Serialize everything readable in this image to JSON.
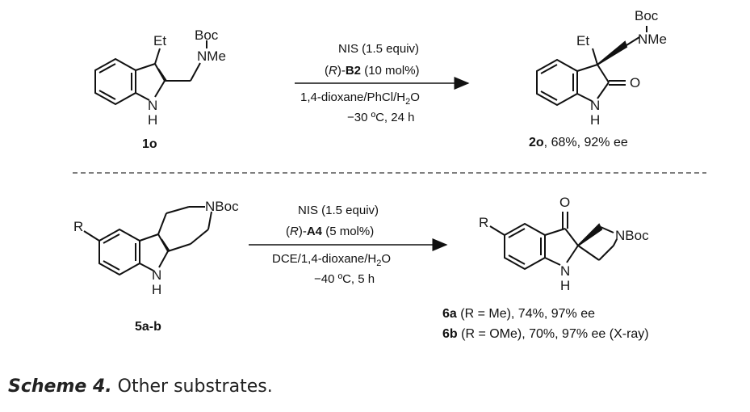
{
  "top": {
    "reactant": {
      "label": "1o",
      "et": "Et",
      "boc": "Boc",
      "nme": "NMe",
      "n": "N",
      "h": "H"
    },
    "conditions": {
      "line1": "NIS (1.5 equiv)",
      "line2_prefix": "(",
      "line2_r": "R",
      "line2_mid": ")-",
      "line2_cat": "B2",
      "line2_suffix": " (10 mol%)",
      "line3_main": "1,4-dioxane/PhCl/H",
      "line3_sub": "2",
      "line3_end": "O",
      "line4": "−30 ºC, 24 h"
    },
    "product": {
      "et": "Et",
      "boc": "Boc",
      "nme": "NMe",
      "o": "O",
      "n": "N",
      "h": "H",
      "label_bold": "2o",
      "label_rest": ", 68%, 92% ee"
    }
  },
  "bottom": {
    "reactant": {
      "label": "5a-b",
      "r": "R",
      "nboc": "NBoc",
      "n": "N",
      "h": "H"
    },
    "conditions": {
      "line1": "NIS (1.5 equiv)",
      "line2_prefix": "(",
      "line2_r": "R",
      "line2_mid": ")-",
      "line2_cat": "A4",
      "line2_suffix": " (5 mol%)",
      "line3_main": "DCE/1,4-dioxane/H",
      "line3_sub": "2",
      "line3_end": "O",
      "line4": "−40 ºC, 5 h"
    },
    "product": {
      "r": "R",
      "o": "O",
      "nboc": "NBoc",
      "n": "N",
      "h": "H",
      "label1_bold": "6a",
      "label1_rest": " (R = Me), 74%, 97% ee",
      "label2_bold": "6b",
      "label2_rest": " (R = OMe), 70%, 97% ee (X-ray)"
    }
  },
  "caption": {
    "title": "Scheme 4.",
    "text": " Other substrates."
  }
}
